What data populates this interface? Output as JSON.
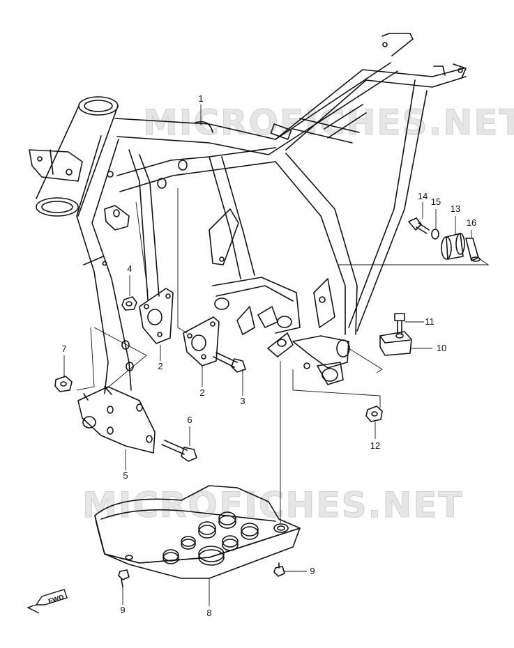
{
  "watermarks": [
    "MICROFICHES.NET",
    "MICROFICHES.NET"
  ],
  "direction_label": "FWD",
  "callouts": {
    "c1": "1",
    "c2a": "2",
    "c2b": "2",
    "c3": "3",
    "c4": "4",
    "c5": "5",
    "c6": "6",
    "c7": "7",
    "c8": "8",
    "c9a": "9",
    "c9b": "9",
    "c10": "10",
    "c11": "11",
    "c12": "12",
    "c13": "13",
    "c14": "14",
    "c15": "15",
    "c16": "16"
  }
}
